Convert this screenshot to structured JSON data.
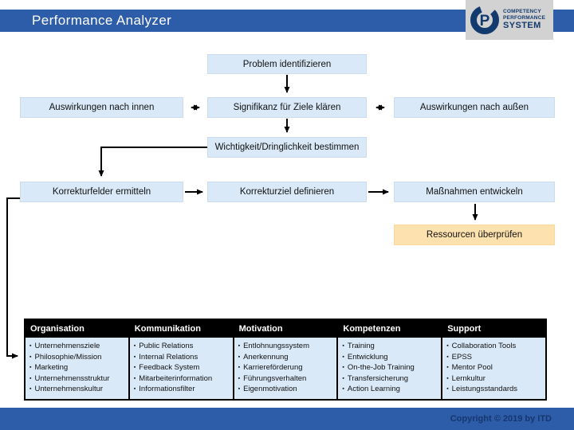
{
  "header": {
    "title": "Performance Analyzer"
  },
  "logo": {
    "monogram": "P",
    "line1": "COMPETENCY",
    "line2": "PERFORMANCE",
    "line3": "SYSTEM"
  },
  "flow": {
    "problem": "Problem identifizieren",
    "impact_internal": "Auswirkungen nach innen",
    "significance": "Signifikanz für Ziele klären",
    "impact_external": "Auswirkungen nach außen",
    "importance": "Wichtigkeit/Dringlichkeit bestimmen",
    "correction_fields": "Korrekturfelder ermitteln",
    "correction_goal": "Korrekturziel definieren",
    "measures": "Maßnahmen entwickeln",
    "resources": "Ressourcen überprüfen"
  },
  "table": {
    "columns": [
      {
        "header": "Organisation",
        "items": [
          "Unternehmensziele",
          "Philosophie/Mission",
          "Marketing",
          "Unternehmensstruktur",
          "Unternehmenskultur"
        ]
      },
      {
        "header": "Kommunikation",
        "items": [
          "Public Relations",
          "Internal Relations",
          "Feedback System",
          "Mitarbeiterinformation",
          "Informationsfilter"
        ]
      },
      {
        "header": "Motivation",
        "items": [
          "Entlohnungssystem",
          "Anerkennung",
          "Karriereförderung",
          "Führungsverhalten",
          "Eigenmotivation"
        ]
      },
      {
        "header": "Kompetenzen",
        "items": [
          "Training",
          "Entwicklung",
          "On-the-Job Training",
          "Transfersicherung",
          "Action Learning"
        ]
      },
      {
        "header": "Support",
        "items": [
          "Collaboration Tools",
          "EPSS",
          "Mentor Pool",
          "Lernkultur",
          "Leistungsstandards"
        ]
      }
    ]
  },
  "footer": {
    "copyright": "Copyright © 2019 by ITD"
  },
  "colors": {
    "bar_blue": "#2D5DA8",
    "box_blue": "#DAE9F8",
    "box_orange": "#FDE2AF",
    "table_header_bg": "#000000",
    "table_body_bg": "#DAE9F8",
    "footer_text": "#17366E",
    "logo_navy": "#123A6E",
    "logo_plate_gray": "#D2D2D2"
  }
}
